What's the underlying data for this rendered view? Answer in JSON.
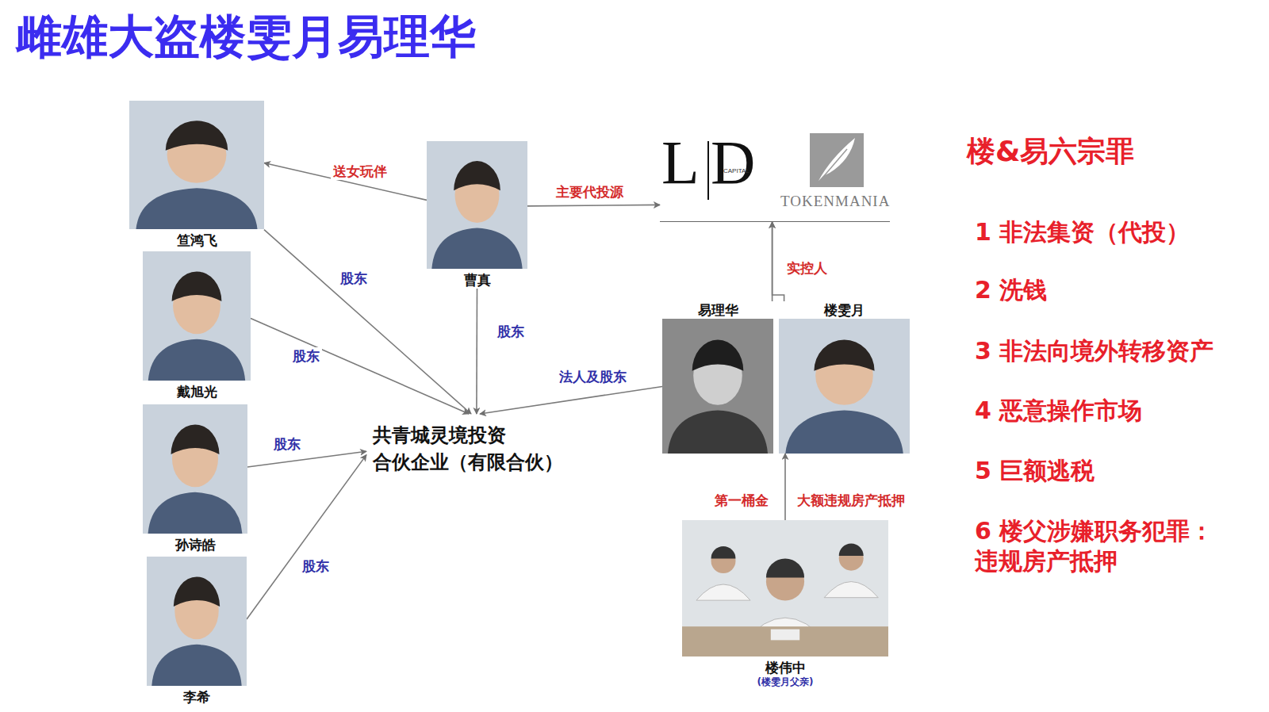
{
  "diagram": {
    "title": "雌雄大盗楼雯月易理华",
    "nodes": [
      {
        "text": [
          "笪鸿飞"
        ]
      },
      {
        "text": [
          "戴旭光"
        ]
      },
      {
        "text": [
          "孙诗皓"
        ]
      },
      {
        "text": [
          "李希"
        ]
      },
      {
        "text": [
          "曹真"
        ]
      },
      {
        "text": [
          "L",
          "D",
          "CAPITAL",
          "TOKENMANIA"
        ]
      },
      {
        "text": [
          "共青城灵境投资 合伙企业（有限合伙）"
        ]
      },
      {
        "text": [
          "易理华"
        ]
      },
      {
        "text": [
          "楼雯月"
        ]
      },
      {
        "text": [
          "楼伟中",
          "(楼雯月父亲)"
        ]
      }
    ],
    "edges": [
      {
        "from": 4,
        "to": 0,
        "arrow": "to",
        "label": "送女玩伴"
      },
      {
        "from": 4,
        "to": 5,
        "arrow": "to",
        "label": "主要代投源"
      },
      {
        "from": 4,
        "to": 6,
        "arrow": "to",
        "label": "股东"
      },
      {
        "from": 0,
        "to": 6,
        "arrow": "to",
        "label": "股东"
      },
      {
        "from": 1,
        "to": 6,
        "arrow": "to",
        "label": "股东"
      },
      {
        "from": 2,
        "to": 6,
        "arrow": "to",
        "label": "股东"
      },
      {
        "from": 3,
        "to": 6,
        "arrow": "to",
        "label": "股东"
      },
      {
        "from": 7,
        "to": 6,
        "arrow": "to",
        "label": "法人及股东"
      },
      {
        "from": 7,
        "to": 5,
        "arrow": "to",
        "label": "实控人"
      },
      {
        "from": 8,
        "to": 5,
        "arrow": "to"
      },
      {
        "from": 9,
        "to": 8,
        "arrow": "to",
        "label": "第一桶金"
      }
    ],
    "labels": [
      "大额违规房产抵押",
      "楼&易六宗罪",
      "1 非法集资（代投）",
      "2 洗钱",
      "3 非法向境外转移资产",
      "4 恶意操作市场",
      "5 巨额逃税",
      "6 楼父涉嫌职务犯罪： 违规房产抵押"
    ]
  }
}
